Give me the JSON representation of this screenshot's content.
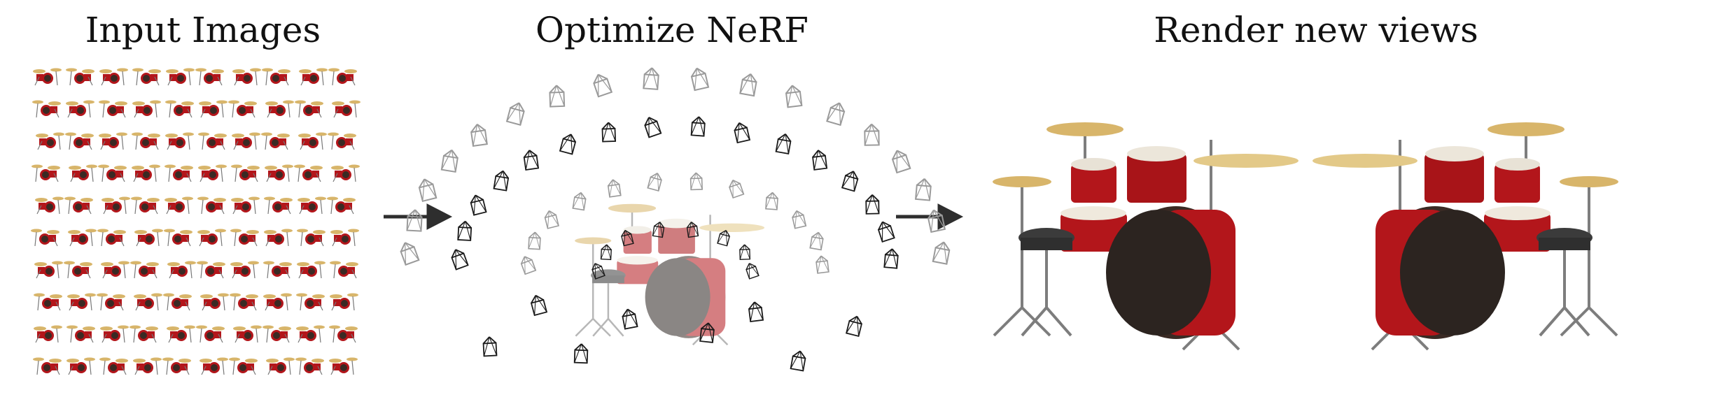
{
  "panels": {
    "input": {
      "title": "Input Images"
    },
    "optimize": {
      "title": "Optimize NeRF"
    },
    "render": {
      "title": "Render new views"
    }
  },
  "colors": {
    "drum_red": "#b3161b",
    "drum_dark": "#3a2a24",
    "cymbal": "#d8b56a",
    "metal": "#8a8a8a",
    "arrow": "#2e2e2e",
    "camera": "#1a1a1a"
  },
  "icons": [
    "right-arrow-icon",
    "camera-frustum-icon",
    "drum-kit-icon"
  ]
}
